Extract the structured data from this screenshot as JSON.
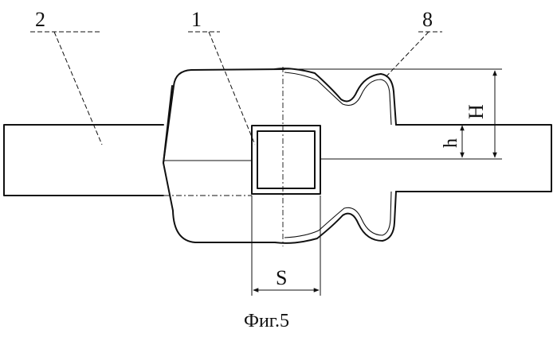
{
  "labels": {
    "part_strip": "2",
    "part_core": "1",
    "part_clip": "8"
  },
  "dimensions": {
    "H": "H",
    "h": "h",
    "S": "S"
  },
  "caption": "Фиг.5"
}
